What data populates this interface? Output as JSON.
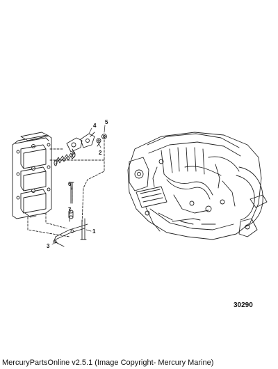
{
  "diagram": {
    "callouts": [
      {
        "id": "1",
        "label": "1"
      },
      {
        "id": "2",
        "label": "2"
      },
      {
        "id": "3",
        "label": "3"
      },
      {
        "id": "4",
        "label": "4"
      },
      {
        "id": "5",
        "label": "5"
      },
      {
        "id": "6",
        "label": "6"
      },
      {
        "id": "7",
        "label": "7"
      }
    ],
    "figure_number": "30290"
  },
  "footer": {
    "text": "MercuryPartsOnline v2.5.1 (Image Copyright- Mercury Marine)"
  }
}
